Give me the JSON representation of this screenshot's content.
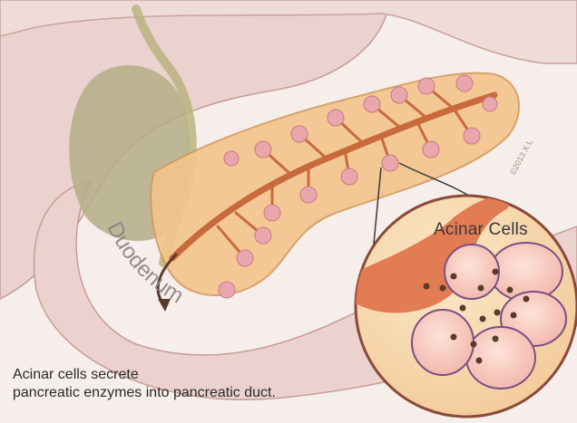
{
  "diagram": {
    "organ_label": "Duodenum",
    "inset_label": "Acinar Cells",
    "caption_line1": "Acinar cells secrete",
    "caption_line2": "pancreatic enzymes into pancreatic duct.",
    "copyright": "©2013 X.L"
  },
  "colors": {
    "background": "#f6eeea",
    "tissue": "#e7c7c3",
    "gallbladder": "#b4ad86",
    "pancreas": "#f3c48c",
    "duct": "#c86a3c",
    "acini": "#eaa6ad",
    "inset_border": "#8a4a3a",
    "cell_outline": "#7a4e86",
    "granule": "#5a3b2c"
  }
}
